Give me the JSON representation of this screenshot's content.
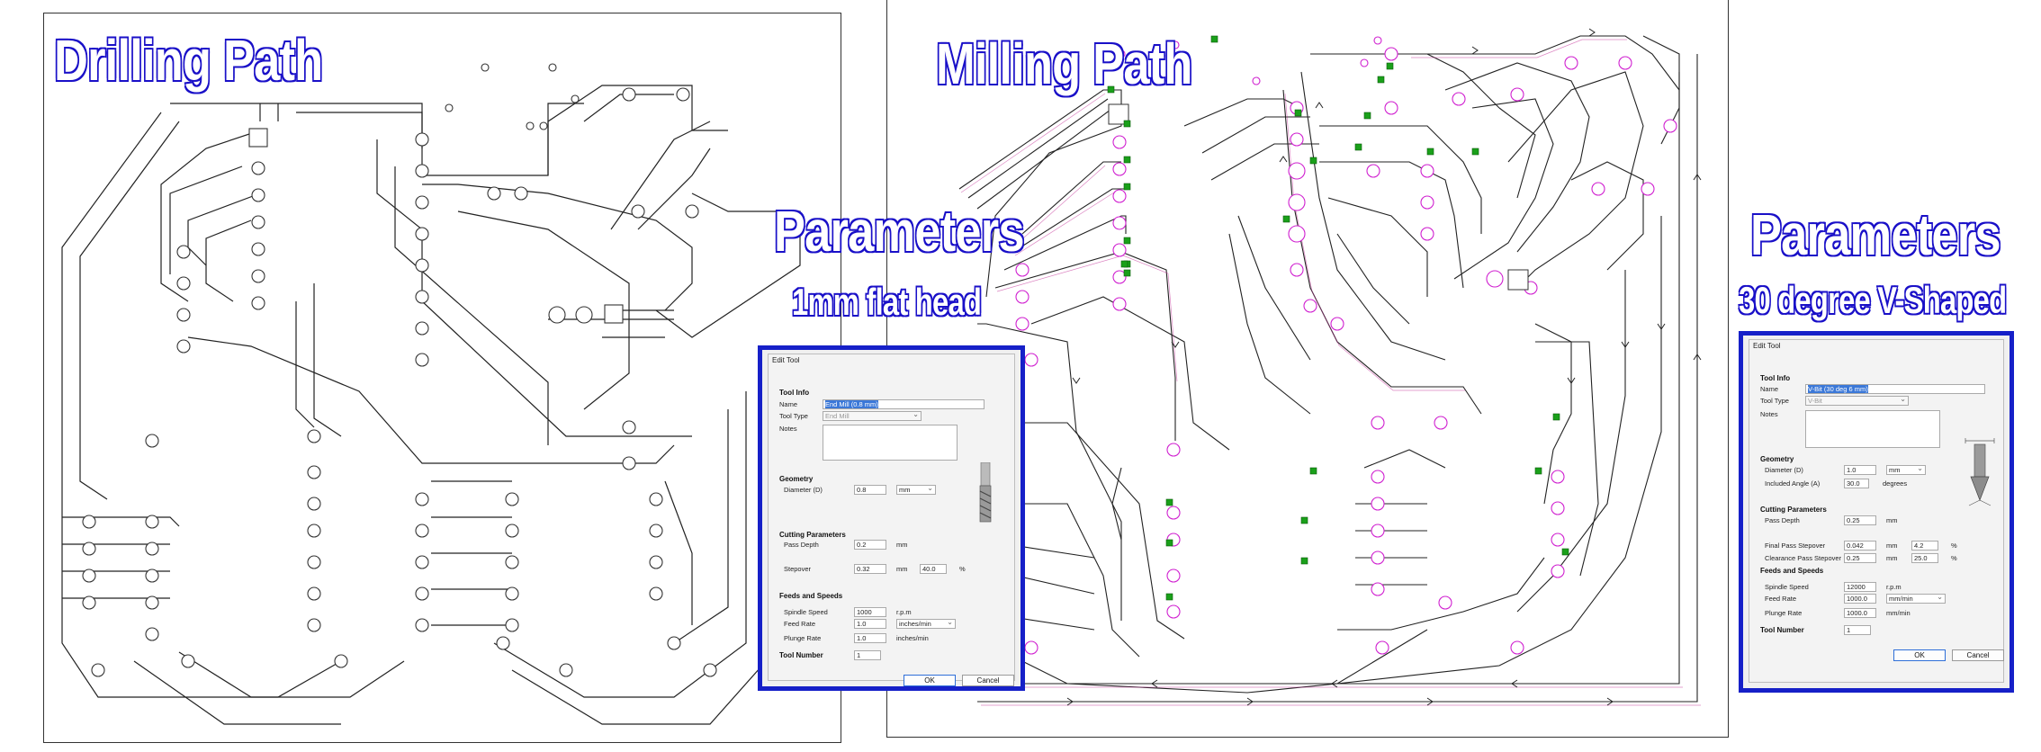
{
  "titles": {
    "drilling": "Drilling Path",
    "milling": "Milling Path",
    "params_left": "Parameters",
    "params_left_sub": "1mm flat head",
    "params_right": "Parameters",
    "params_right_sub": "30 degree V-Shaped"
  },
  "colors": {
    "title_outline": "#1a10c8",
    "dialog_frame": "#1620c8",
    "hole_pink": "#d020d0",
    "trace": "#222222",
    "tab_green": "#1aa01a"
  },
  "dialog_left": {
    "title": "Edit Tool",
    "tool_info": "Tool Info",
    "name_label": "Name",
    "name_value": "End Mill (0.8 mm)",
    "tool_type_label": "Tool Type",
    "tool_type_value": "End Mill",
    "notes_label": "Notes",
    "geometry": "Geometry",
    "diameter_label": "Diameter (D)",
    "diameter_value": "0.8",
    "diameter_unit": "mm",
    "cutting": "Cutting Parameters",
    "pass_depth_label": "Pass Depth",
    "pass_depth_value": "0.2",
    "pass_depth_unit": "mm",
    "stepover_label": "Stepover",
    "stepover_value": "0.32",
    "stepover_unit": "mm",
    "stepover_pct": "40.0",
    "pct": "%",
    "feeds": "Feeds and Speeds",
    "spindle_label": "Spindle Speed",
    "spindle_value": "1000",
    "spindle_unit": "r.p.m",
    "feed_label": "Feed Rate",
    "feed_value": "1.0",
    "feed_unit": "inches/min",
    "plunge_label": "Plunge Rate",
    "plunge_value": "1.0",
    "plunge_unit": "inches/min",
    "tool_number_label": "Tool Number",
    "tool_number_value": "1",
    "ok": "OK",
    "cancel": "Cancel"
  },
  "dialog_right": {
    "title": "Edit Tool",
    "tool_info": "Tool Info",
    "name_label": "Name",
    "name_value": "V-Bit (30 deg 6 mm)",
    "tool_type_label": "Tool Type",
    "tool_type_value": "V-Bit",
    "notes_label": "Notes",
    "geometry": "Geometry",
    "diameter_label": "Diameter (D)",
    "diameter_value": "1.0",
    "diameter_unit": "mm",
    "angle_label": "Included Angle (A)",
    "angle_value": "30.0",
    "angle_unit": "degrees",
    "cutting": "Cutting Parameters",
    "pass_depth_label": "Pass Depth",
    "pass_depth_value": "0.25",
    "pass_depth_unit": "mm",
    "final_stepover_label": "Final Pass Stepover",
    "final_stepover_value": "0.042",
    "final_stepover_unit": "mm",
    "final_stepover_pct": "4.2",
    "clear_stepover_label": "Clearance Pass Stepover",
    "clear_stepover_value": "0.25",
    "clear_stepover_unit": "mm",
    "clear_stepover_pct": "25.0",
    "pct": "%",
    "feeds": "Feeds and Speeds",
    "spindle_label": "Spindle Speed",
    "spindle_value": "12000",
    "spindle_unit": "r.p.m",
    "feed_label": "Feed Rate",
    "feed_value": "1000.0",
    "feed_unit": "mm/min",
    "plunge_label": "Plunge Rate",
    "plunge_value": "1000.0",
    "plunge_unit": "mm/min",
    "tool_number_label": "Tool Number",
    "tool_number_value": "1",
    "ok": "OK",
    "cancel": "Cancel"
  }
}
